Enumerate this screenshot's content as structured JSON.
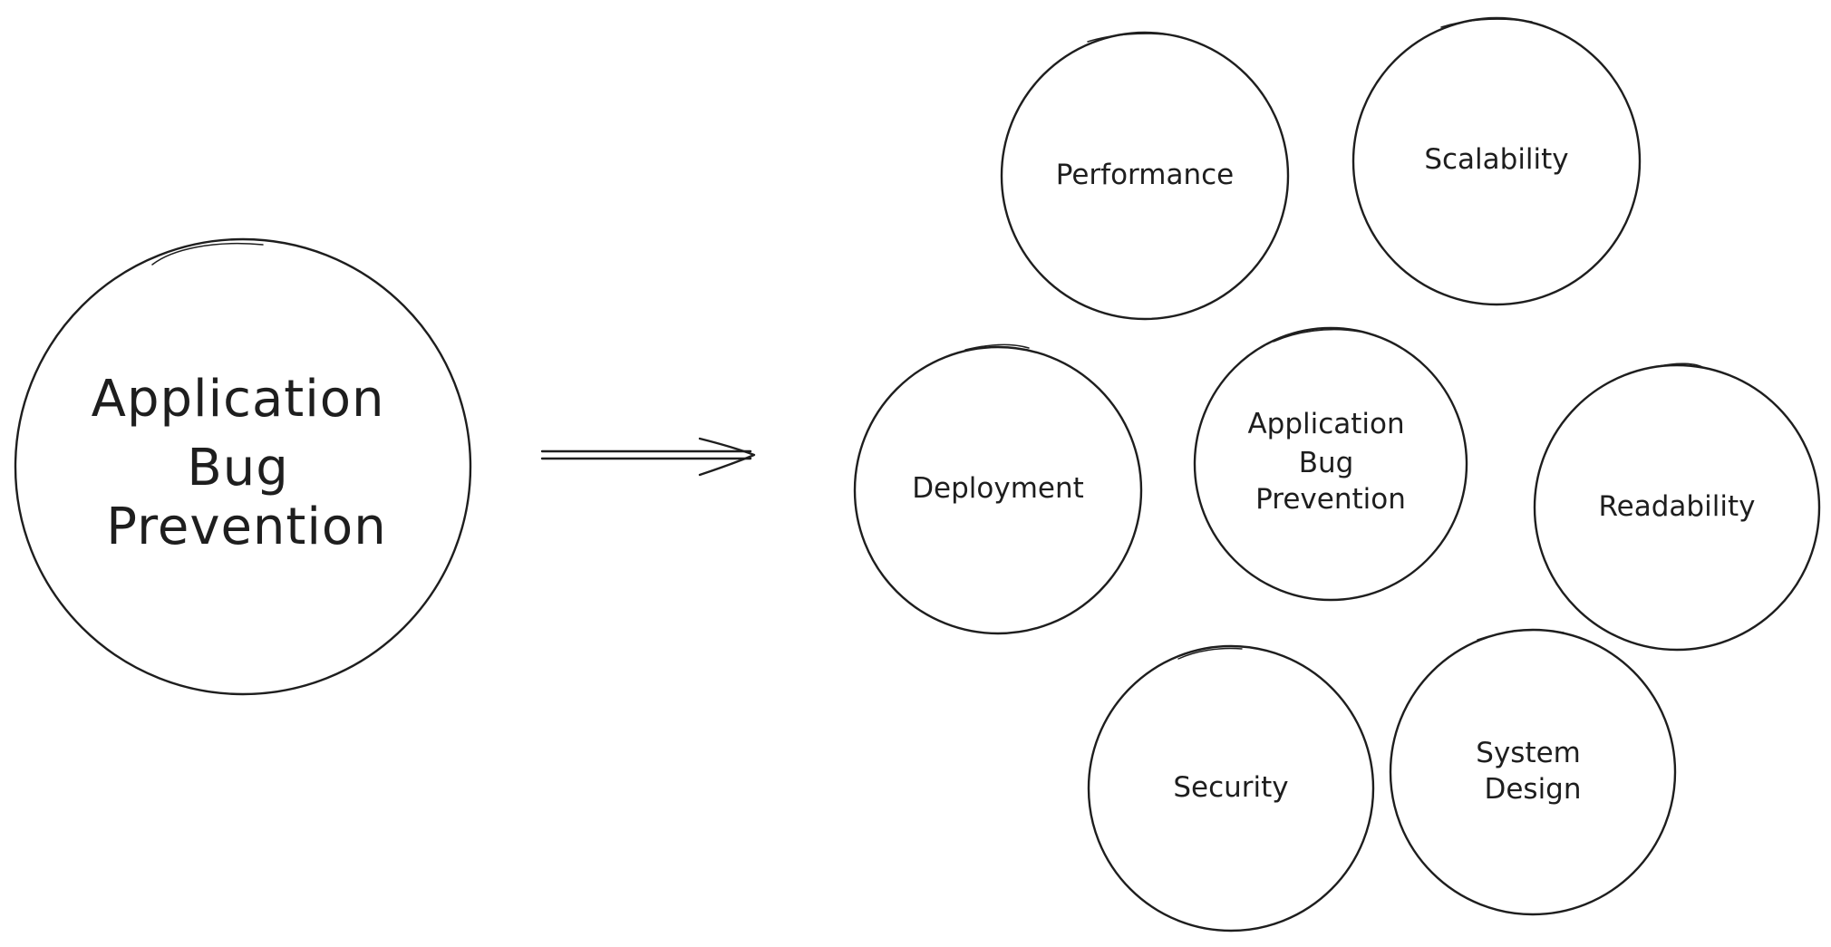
{
  "source": {
    "label_lines": [
      "Application",
      "Bug",
      "Prevention"
    ]
  },
  "topics": [
    {
      "id": "performance",
      "label_lines": [
        "Performance"
      ]
    },
    {
      "id": "scalability",
      "label_lines": [
        "Scalability"
      ]
    },
    {
      "id": "deployment",
      "label_lines": [
        "Deployment"
      ]
    },
    {
      "id": "center",
      "label_lines": [
        "Application",
        "Bug",
        "Prevention"
      ]
    },
    {
      "id": "readability",
      "label_lines": [
        "Readability"
      ]
    },
    {
      "id": "security",
      "label_lines": [
        "Security"
      ]
    },
    {
      "id": "system-design",
      "label_lines": [
        "System",
        "Design"
      ]
    }
  ],
  "colors": {
    "stroke": "#1e1e1e",
    "background": "#ffffff"
  }
}
